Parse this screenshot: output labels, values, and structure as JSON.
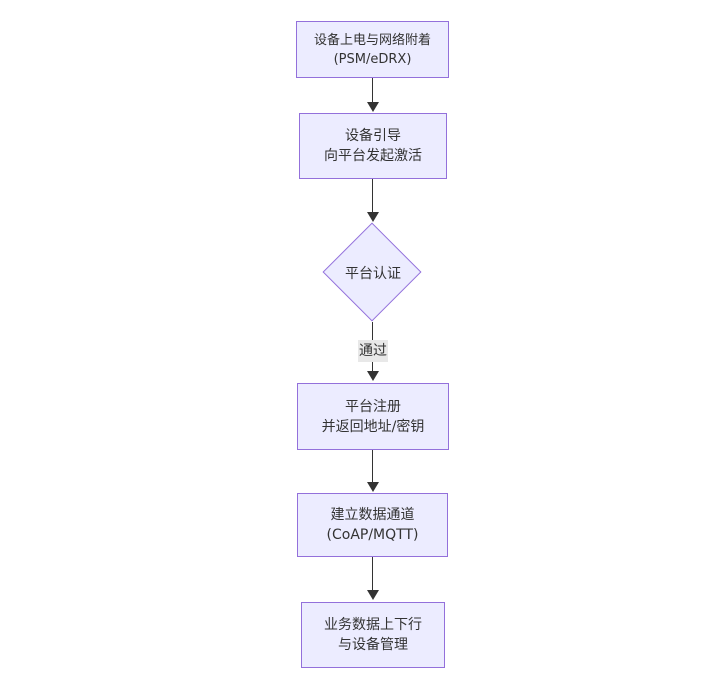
{
  "diagram": {
    "type": "flowchart",
    "direction": "top-down",
    "colors": {
      "node_fill": "#ECECFF",
      "node_border": "#9370DB",
      "edge_line": "#333333",
      "edge_label_bg": "#e8e8e8",
      "text": "#333333",
      "background": "#ffffff"
    },
    "nodes": [
      {
        "id": "attach",
        "shape": "rect",
        "lines": [
          "设备上电与网络附着",
          "(PSM/eDRX)"
        ]
      },
      {
        "id": "bootstrap",
        "shape": "rect",
        "lines": [
          "设备引导",
          "向平台发起激活"
        ]
      },
      {
        "id": "auth",
        "shape": "diamond",
        "lines": [
          "平台认证"
        ]
      },
      {
        "id": "register",
        "shape": "rect",
        "lines": [
          "平台注册",
          "并返回地址/密钥"
        ]
      },
      {
        "id": "channel",
        "shape": "rect",
        "lines": [
          "建立数据通道",
          "(CoAP/MQTT)"
        ]
      },
      {
        "id": "business",
        "shape": "rect",
        "lines": [
          "业务数据上下行",
          "与设备管理"
        ]
      }
    ],
    "edges": [
      {
        "from": "attach",
        "to": "bootstrap",
        "label": ""
      },
      {
        "from": "bootstrap",
        "to": "auth",
        "label": ""
      },
      {
        "from": "auth",
        "to": "register",
        "label": "通过"
      },
      {
        "from": "register",
        "to": "channel",
        "label": ""
      },
      {
        "from": "channel",
        "to": "business",
        "label": ""
      }
    ]
  }
}
